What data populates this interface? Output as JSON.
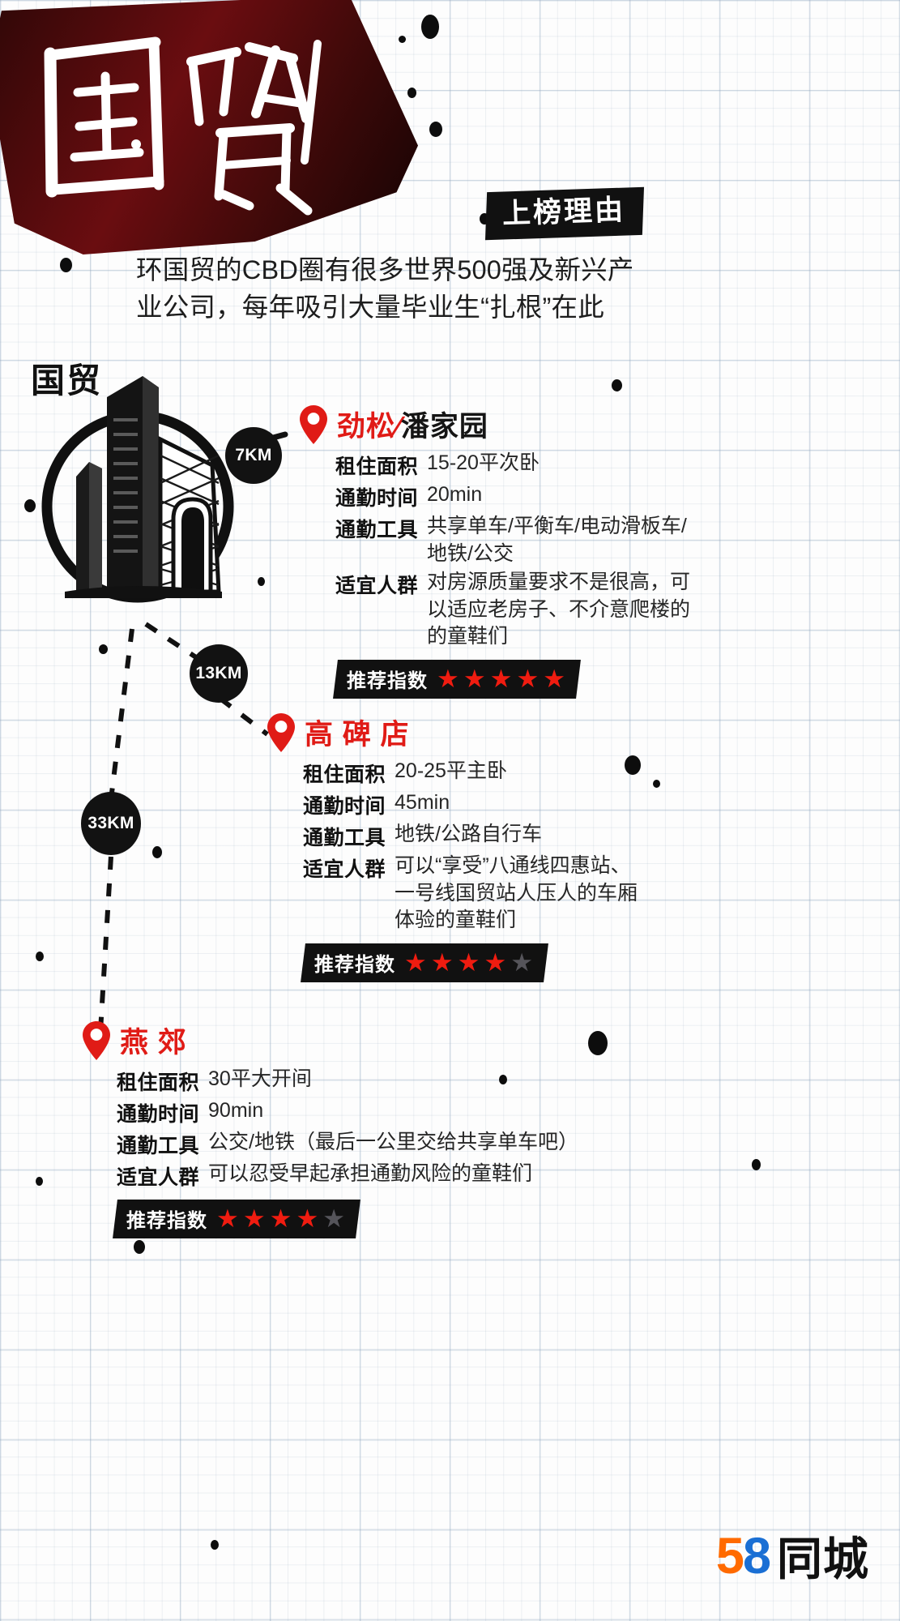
{
  "header": {
    "title_art": "国贸",
    "reason_badge": "上榜理由",
    "description_line1": "环国贸的CBD圈有很多世界500强及新兴产",
    "description_line2": "业公司，每年吸引大量毕业生“扎根”在此"
  },
  "emblem": {
    "label": "国贸"
  },
  "km_badges": [
    {
      "text": "7KM"
    },
    {
      "text": "13KM"
    },
    {
      "text": "33KM"
    }
  ],
  "labels": {
    "area": "租住面积",
    "time": "通勤时间",
    "transport": "通勤工具",
    "audience": "适宜人群",
    "rating": "推荐指数"
  },
  "locations": [
    {
      "name_red": "劲松",
      "name_sep": "∕",
      "name_dark": "潘家园",
      "area": [
        "15-20平次卧"
      ],
      "time": [
        "20min"
      ],
      "transport": [
        "共享单车/平衡车/电动滑板车/",
        "地铁/公交"
      ],
      "audience": [
        "对房源质量要求不是很高，可",
        "以适应老房子、不介意爬楼的",
        "的童鞋们"
      ],
      "stars_filled": 5,
      "stars_total": 5
    },
    {
      "name_red": "高 碑 店",
      "name_sep": "",
      "name_dark": "",
      "area": [
        "20-25平主卧"
      ],
      "time": [
        "45min"
      ],
      "transport": [
        "地铁/公路自行车"
      ],
      "audience": [
        "可以“享受”八通线四惠站、",
        "一号线国贸站人压人的车厢",
        "体验的童鞋们"
      ],
      "stars_filled": 4,
      "stars_total": 5
    },
    {
      "name_red": "燕 郊",
      "name_sep": "",
      "name_dark": "",
      "area": [
        "30平大开间"
      ],
      "time": [
        "90min"
      ],
      "transport": [
        "公交/地铁（最后一公里交给共享单车吧）"
      ],
      "audience": [
        "可以忍受早起承担通勤风险的童鞋们"
      ],
      "stars_filled": 4,
      "stars_total": 5
    }
  ],
  "brand": {
    "digit5": "5",
    "digit8": "8",
    "word": "同城"
  },
  "colors": {
    "accent_red": "#e01b16",
    "star_on": "#f01c10",
    "star_off": "#55545a",
    "banner_dark": "#2e0707",
    "banner_red": "#6a0d10",
    "logo_orange": "#ff6a00",
    "logo_blue": "#1a6fd4"
  }
}
